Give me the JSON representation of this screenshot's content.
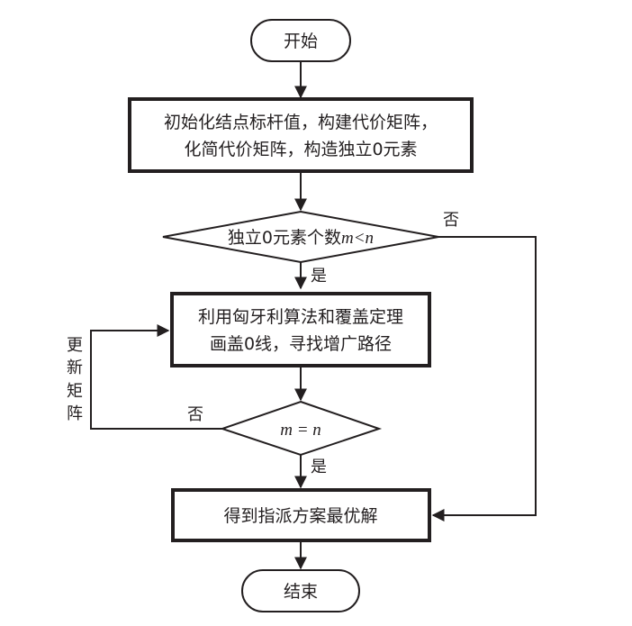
{
  "diagram": {
    "colors": {
      "stroke": "#231f20",
      "background": "#ffffff"
    },
    "nodes": {
      "start": {
        "type": "terminator",
        "label": "开始"
      },
      "init": {
        "type": "process",
        "lines": [
          "初始化结点标杆值，构建代价矩阵，",
          "化简代价矩阵，构造独立0元素"
        ]
      },
      "decision1": {
        "type": "decision",
        "label_prefix": "独立0元素个数",
        "label_math": "m<n"
      },
      "hungarian": {
        "type": "process",
        "lines": [
          "利用匈牙利算法和覆盖定理",
          "画盖0线，寻找增广路径"
        ]
      },
      "decision2": {
        "type": "decision",
        "label_math": "m = n"
      },
      "result": {
        "type": "process",
        "label": "得到指派方案最优解"
      },
      "end": {
        "type": "terminator",
        "label": "结束"
      }
    },
    "edges": {
      "d1_yes": "是",
      "d1_no": "否",
      "d2_yes": "是",
      "d2_no": "否",
      "update_matrix": [
        "更",
        "新",
        "矩",
        "阵"
      ]
    }
  }
}
